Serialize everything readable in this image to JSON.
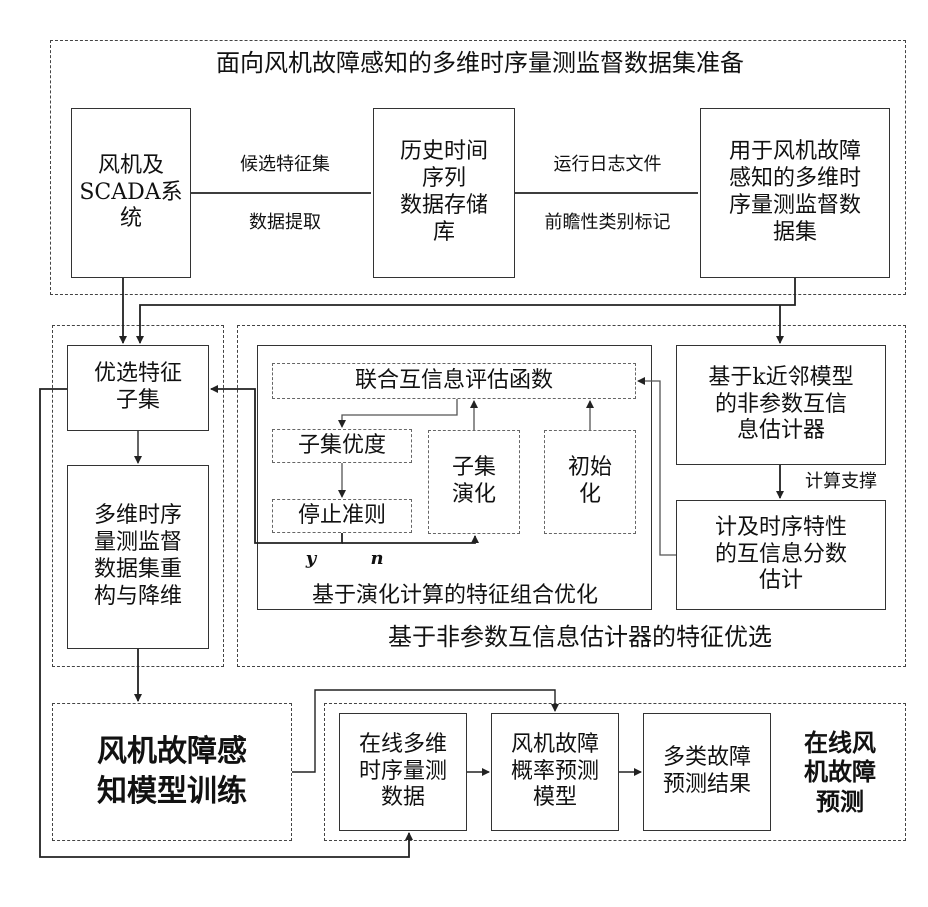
{
  "title_top": "面向风机故障感知的多维时序量测监督数据集准备",
  "box_scada": "风机及\nSCADA系\n统",
  "label_candidate": "候选特征集",
  "label_extract": "数据提取",
  "box_history": "历史时间\n序列\n数据存储\n库",
  "label_runlog": "运行日志文件",
  "label_prospective": "前瞻性类别标记",
  "box_dataset": "用于风机故障\n感知的多维时\n序量测监督数\n据集",
  "box_subset": "优选特征\n子集",
  "box_reconstruct": "多维时序\n量测监督\n数据集重\n构与降维",
  "box_joint_mi": "联合互信息评估函数",
  "box_subset_quality": "子集优度",
  "box_stop_rule": "停止准则",
  "box_subset_evolve": "子集\n演化",
  "box_init": "初始\n化",
  "label_y": "y",
  "label_n": "n",
  "label_evo_combo": "基于演化计算的特征组合优化",
  "box_knn": "基于k近邻模型\n的非参数互信\n息估计器",
  "label_compute_support": "计算支撑",
  "box_mi_score": "计及时序特性\n的互信息分数\n估计",
  "title_feature_select": "基于非参数互信息估计器的特征优选",
  "box_training": "风机故障感\n知模型训练",
  "box_online_data": "在线多维\n时序量测\n数据",
  "box_prob_model": "风机故障\n概率预测\n模型",
  "box_result": "多类故障\n预测结果",
  "title_online": "在线风\n机故障\n预测"
}
